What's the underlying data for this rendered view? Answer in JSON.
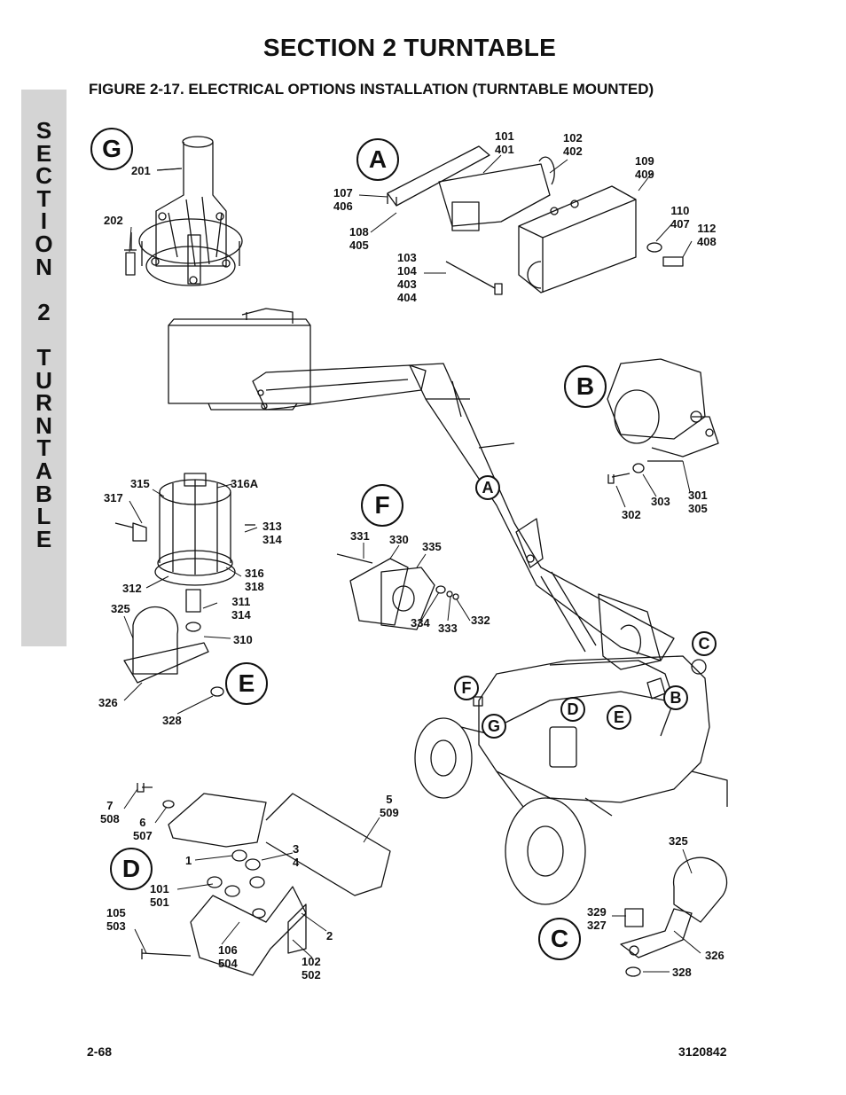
{
  "header": {
    "section_title": "SECTION 2   TURNTABLE",
    "figure_caption": "FIGURE 2-17.  ELECTRICAL OPTIONS INSTALLATION (TURNTABLE MOUNTED)"
  },
  "side_tab": {
    "text": "S\nE\nC\nT\nI\nO\nN\n\n2\n\nT\nU\nR\nN\nT\nA\nB\nL\nE"
  },
  "footer": {
    "page_number": "2-68",
    "document_number": "3120842"
  },
  "detail_letters": {
    "g": "G",
    "a": "A",
    "b": "B",
    "f": "F",
    "e": "E",
    "d": "D",
    "c": "C"
  },
  "machine_callouts": {
    "a": "A",
    "c": "C",
    "f": "F",
    "d": "D",
    "e": "E",
    "b": "B",
    "g": "G"
  },
  "part_numbers": {
    "p201": "201",
    "p202": "202",
    "p101_401": "101\n401",
    "p102_402": "102\n402",
    "p109_409": "109\n409",
    "p107_406": "107\n406",
    "p108_405": "108\n405",
    "p110_407": "110\n407",
    "p112_408": "112\n408",
    "p103_404": "103\n104\n403\n404",
    "p315": "315",
    "p316a": "316A",
    "p317": "317",
    "p313_314": "313\n314",
    "p316_318": "316\n318",
    "p312": "312",
    "p311_314": "311\n314",
    "p325e": "325",
    "p310": "310",
    "p326e": "326",
    "p328e": "328",
    "p331": "331",
    "p330": "330",
    "p335": "335",
    "p334": "334",
    "p333": "333",
    "p332": "332",
    "p303": "303",
    "p302": "302",
    "p301_305": "301\n305",
    "p7_508": "7\n508",
    "p6_507": "6\n507",
    "p5_509": "5\n509",
    "p3_4": "3\n4",
    "p1": "1",
    "p101_501": "101\n501",
    "p105_503": "105\n503",
    "p106_504": "106\n504",
    "p2": "2",
    "p102_502": "102\n502",
    "p325c": "325",
    "p329_327": "329\n327",
    "p326c": "326",
    "p328c": "328"
  }
}
